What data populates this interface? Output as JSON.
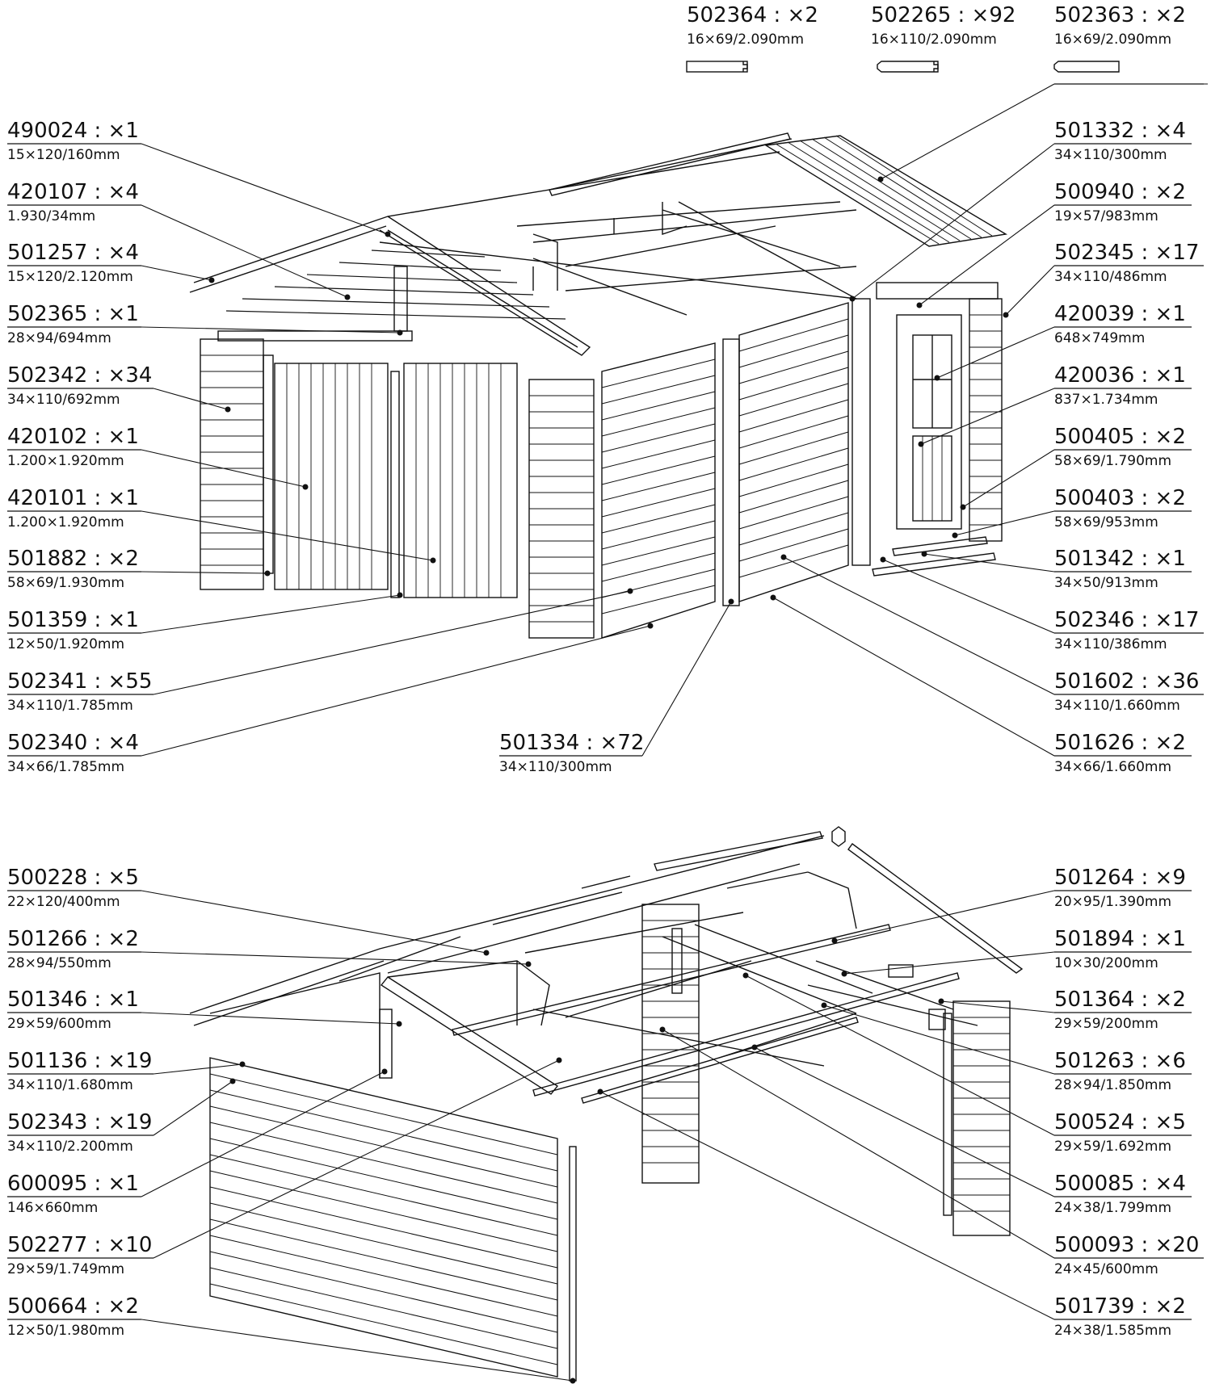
{
  "top_parts": [
    {
      "code": "502364 : ×2",
      "dim": "16×69/2.090mm"
    },
    {
      "code": "502265 : ×92",
      "dim": "16×110/2.090mm"
    },
    {
      "code": "502363 : ×2",
      "dim": "16×69/2.090mm"
    }
  ],
  "diagram1": {
    "left": [
      {
        "code": "490024 : ×1",
        "dim": "15×120/160mm"
      },
      {
        "code": "420107 : ×4",
        "dim": "1.930/34mm"
      },
      {
        "code": "501257 : ×4",
        "dim": "15×120/2.120mm"
      },
      {
        "code": "502365 : ×1",
        "dim": "28×94/694mm"
      },
      {
        "code": "502342 : ×34",
        "dim": "34×110/692mm"
      },
      {
        "code": "420102 : ×1",
        "dim": "1.200×1.920mm"
      },
      {
        "code": "420101 : ×1",
        "dim": "1.200×1.920mm"
      },
      {
        "code": "501882 : ×2",
        "dim": "58×69/1.930mm"
      },
      {
        "code": "501359 : ×1",
        "dim": "12×50/1.920mm"
      },
      {
        "code": "502341 : ×55",
        "dim": "34×110/1.785mm"
      },
      {
        "code": "502340 : ×4",
        "dim": "34×66/1.785mm"
      }
    ],
    "right": [
      {
        "code": "501332 : ×4",
        "dim": "34×110/300mm"
      },
      {
        "code": "500940 : ×2",
        "dim": "19×57/983mm"
      },
      {
        "code": "502345 : ×17",
        "dim": "34×110/486mm"
      },
      {
        "code": "420039 : ×1",
        "dim": "648×749mm"
      },
      {
        "code": "420036 : ×1",
        "dim": "837×1.734mm"
      },
      {
        "code": "500405 : ×2",
        "dim": "58×69/1.790mm"
      },
      {
        "code": "500403 : ×2",
        "dim": "58×69/953mm"
      },
      {
        "code": "501342 : ×1",
        "dim": "34×50/913mm"
      },
      {
        "code": "502346 : ×17",
        "dim": "34×110/386mm"
      },
      {
        "code": "501602 : ×36",
        "dim": "34×110/1.660mm"
      },
      {
        "code": "501626 : ×2",
        "dim": "34×66/1.660mm"
      }
    ],
    "bottom": {
      "code": "501334 : ×72",
      "dim": "34×110/300mm"
    }
  },
  "diagram2": {
    "left": [
      {
        "code": "500228 : ×5",
        "dim": "22×120/400mm"
      },
      {
        "code": "501266 : ×2",
        "dim": "28×94/550mm"
      },
      {
        "code": "501346 : ×1",
        "dim": "29×59/600mm"
      },
      {
        "code": "501136 : ×19",
        "dim": "34×110/1.680mm"
      },
      {
        "code": "502343 : ×19",
        "dim": "34×110/2.200mm"
      },
      {
        "code": "600095 : ×1",
        "dim": "146×660mm"
      },
      {
        "code": "502277 : ×10",
        "dim": "29×59/1.749mm"
      },
      {
        "code": "500664 : ×2",
        "dim": "12×50/1.980mm"
      }
    ],
    "right": [
      {
        "code": "501264 : ×9",
        "dim": "20×95/1.390mm"
      },
      {
        "code": "501894 : ×1",
        "dim": "10×30/200mm"
      },
      {
        "code": "501364 : ×2",
        "dim": "29×59/200mm"
      },
      {
        "code": "501263 : ×6",
        "dim": "28×94/1.850mm"
      },
      {
        "code": "500524 : ×5",
        "dim": "29×59/1.692mm"
      },
      {
        "code": "500085 : ×4",
        "dim": "24×38/1.799mm"
      },
      {
        "code": "500093 : ×20",
        "dim": "24×45/600mm"
      },
      {
        "code": "501739 : ×2",
        "dim": "24×38/1.585mm"
      }
    ]
  }
}
